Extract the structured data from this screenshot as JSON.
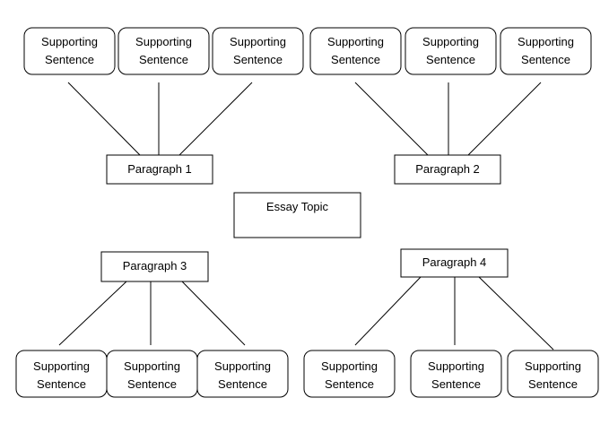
{
  "topic": {
    "label": "Essay Topic"
  },
  "paragraphs": [
    {
      "label": "Paragraph 1",
      "supports": [
        {
          "line1": "Supporting",
          "line2": "Sentence"
        },
        {
          "line1": "Supporting",
          "line2": "Sentence"
        },
        {
          "line1": "Supporting",
          "line2": "Sentence"
        }
      ]
    },
    {
      "label": "Paragraph 2",
      "supports": [
        {
          "line1": "Supporting",
          "line2": "Sentence"
        },
        {
          "line1": "Supporting",
          "line2": "Sentence"
        },
        {
          "line1": "Supporting",
          "line2": "Sentence"
        }
      ]
    },
    {
      "label": "Paragraph 3",
      "supports": [
        {
          "line1": "Supporting",
          "line2": "Sentence"
        },
        {
          "line1": "Supporting",
          "line2": "Sentence"
        },
        {
          "line1": "Supporting",
          "line2": "Sentence"
        }
      ]
    },
    {
      "label": "Paragraph 4",
      "supports": [
        {
          "line1": "Supporting",
          "line2": "Sentence"
        },
        {
          "line1": "Supporting",
          "line2": "Sentence"
        },
        {
          "line1": "Supporting",
          "line2": "Sentence"
        }
      ]
    }
  ]
}
